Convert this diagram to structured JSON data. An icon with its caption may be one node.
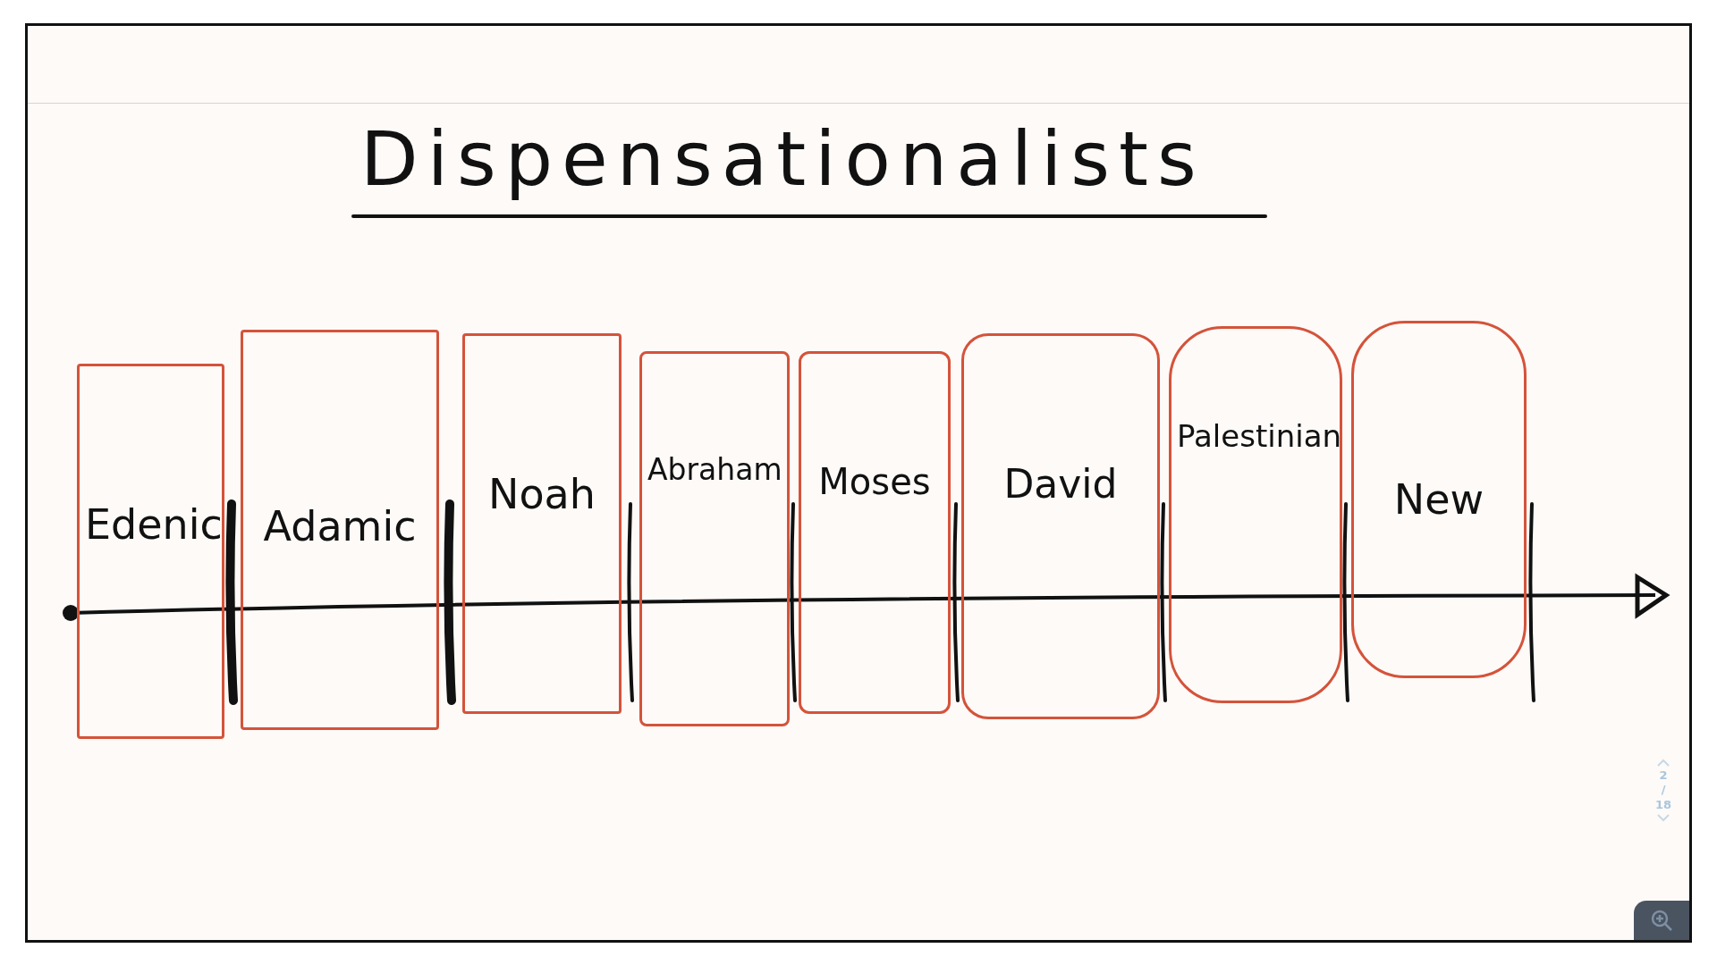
{
  "diagram": {
    "title": "Dispensationalists",
    "nodes": [
      {
        "text": [
          "Edenic"
        ]
      },
      {
        "text": [
          "Adamic"
        ]
      },
      {
        "text": [
          "Noah"
        ]
      },
      {
        "text": [
          "Abraham"
        ]
      },
      {
        "text": [
          "Moses"
        ]
      },
      {
        "text": [
          "David"
        ]
      },
      {
        "text": [
          "Palestinian"
        ]
      },
      {
        "text": [
          "New"
        ]
      }
    ],
    "labels": [
      "2",
      "/",
      "18"
    ]
  }
}
